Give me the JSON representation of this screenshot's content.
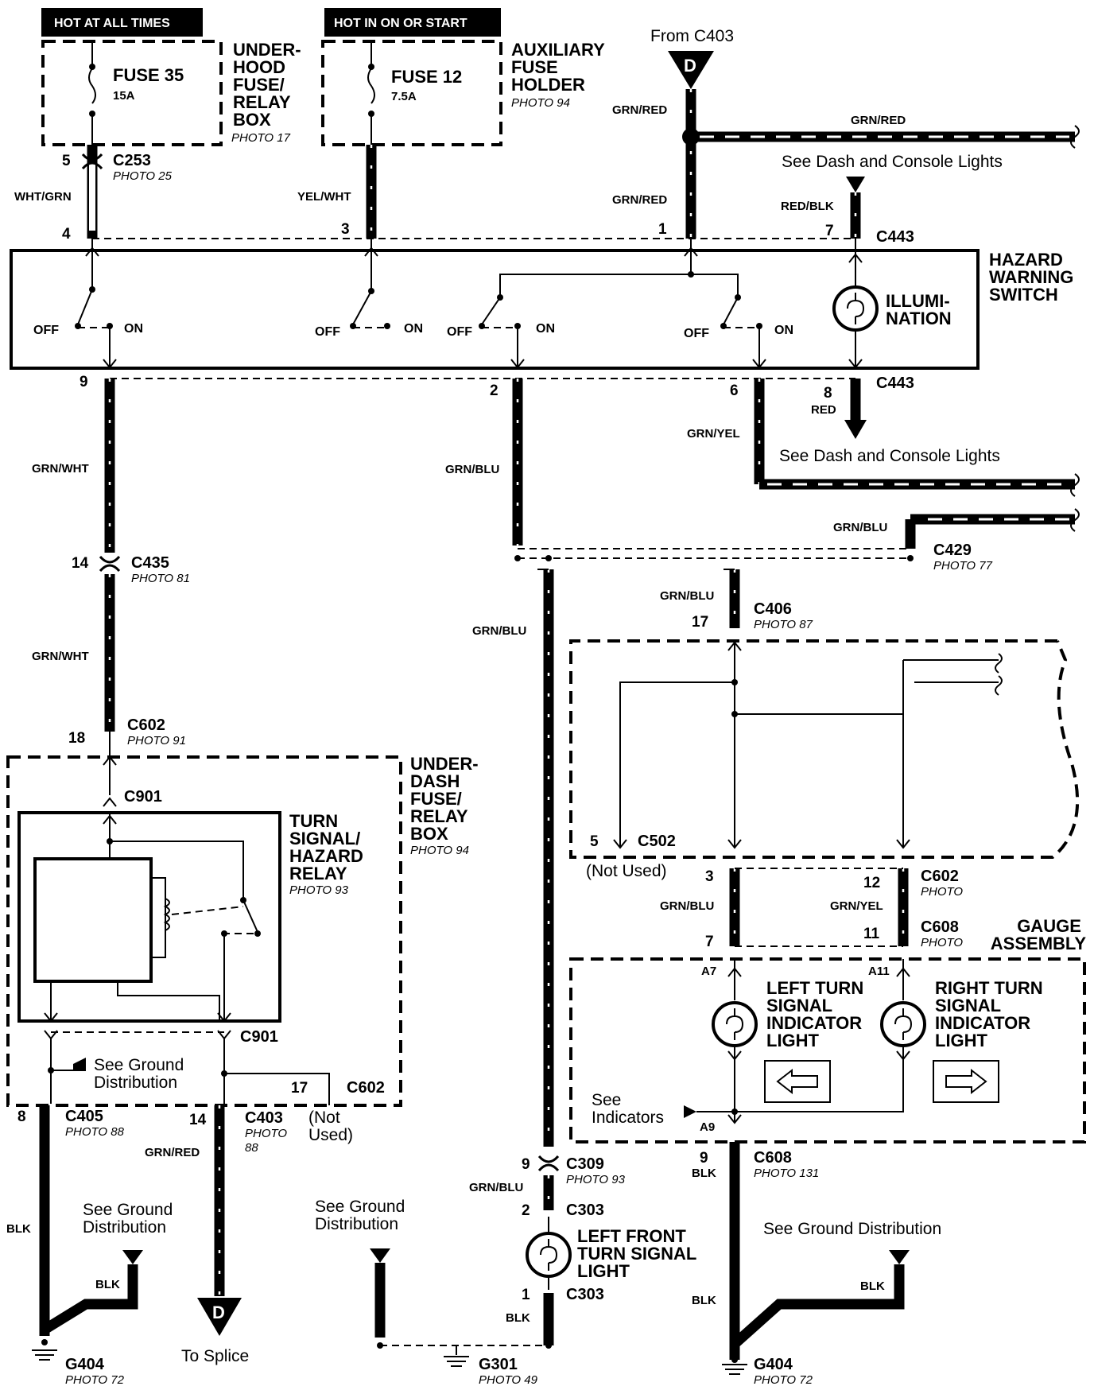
{
  "power": {
    "hot_all_times": "HOT AT ALL TIMES",
    "hot_in_on": "HOT IN ON OR START",
    "fuse35": "FUSE 35",
    "fuse35_rating": "15A",
    "fuse12": "FUSE 12",
    "fuse12_rating": "7.5A",
    "underhood_box": [
      "UNDER-",
      "HOOD",
      "FUSE/",
      "RELAY",
      "BOX"
    ],
    "underhood_photo": "PHOTO 17",
    "aux_box": [
      "AUXILIARY",
      "FUSE",
      "HOLDER"
    ],
    "aux_photo": "PHOTO 94",
    "from_c403": "From C403",
    "splice_letter": "D"
  },
  "wires": {
    "wht_grn": "WHT/GRN",
    "yel_wht": "YEL/WHT",
    "grn_red": "GRN/RED",
    "red_blk": "RED/BLK",
    "grn_wht": "GRN/WHT",
    "grn_blu": "GRN/BLU",
    "grn_yel": "GRN/YEL",
    "red": "RED",
    "blk": "BLK"
  },
  "connectors": {
    "c253": "C253",
    "c253_photo": "PHOTO 25",
    "c443": "C443",
    "c435": "C435",
    "c435_photo": "PHOTO 81",
    "c602": "C602",
    "c602_photo": "PHOTO 91",
    "c602_photo_short": "PHOTO",
    "c429": "C429",
    "c429_photo": "PHOTO 77",
    "c406": "C406",
    "c406_photo": "PHOTO 87",
    "c901": "C901",
    "c502": "C502",
    "c608": "C608",
    "c608_photo": "PHOTO",
    "c608_photo_131": "PHOTO 131",
    "c405": "C405",
    "c405_photo": "PHOTO 88",
    "c403": "C403",
    "c403_photo": "PHOTO",
    "c403_photo_num": "88",
    "c309": "C309",
    "c309_photo": "PHOTO 93",
    "c303": "C303",
    "g404": "G404",
    "g404_photo": "PHOTO 72",
    "g301": "G301",
    "g301_photo": "PHOTO 49"
  },
  "pins": {
    "p5": "5",
    "p4": "4",
    "p3": "3",
    "p1": "1",
    "p7": "7",
    "p9": "9",
    "p2": "2",
    "p6": "6",
    "p8": "8",
    "p14": "14",
    "p18": "18",
    "p17": "17",
    "p12": "12",
    "p11": "11",
    "a7": "A7",
    "a11": "A11",
    "a9": "A9"
  },
  "switch": {
    "title": [
      "HAZARD",
      "WARNING",
      "SWITCH"
    ],
    "off": "OFF",
    "on": "ON",
    "illumination": [
      "ILLUMI-",
      "NATION"
    ]
  },
  "relay": {
    "underdash": [
      "UNDER-",
      "DASH",
      "FUSE/",
      "RELAY",
      "BOX"
    ],
    "underdash_photo": "PHOTO 94",
    "title": [
      "TURN",
      "SIGNAL/",
      "HAZARD",
      "RELAY"
    ],
    "photo": "PHOTO 93"
  },
  "gauge": {
    "title": [
      "GAUGE",
      "ASSEMBLY"
    ],
    "left": [
      "LEFT TURN",
      "SIGNAL",
      "INDICATOR",
      "LIGHT"
    ],
    "right": [
      "RIGHT TURN",
      "SIGNAL",
      "INDICATOR",
      "LIGHT"
    ],
    "see_indicators": [
      "See",
      "Indicators"
    ]
  },
  "notes": {
    "dash_lights": "See Dash and Console Lights",
    "ground_dist": [
      "See Ground",
      "Distribution"
    ],
    "ground_dist_one": "See Ground Distribution",
    "not_used": "(Not Used)",
    "not_used_split": [
      "(Not",
      "Used)"
    ],
    "to_splice": "To Splice",
    "left_front": [
      "LEFT FRONT",
      "TURN SIGNAL",
      "LIGHT"
    ]
  }
}
